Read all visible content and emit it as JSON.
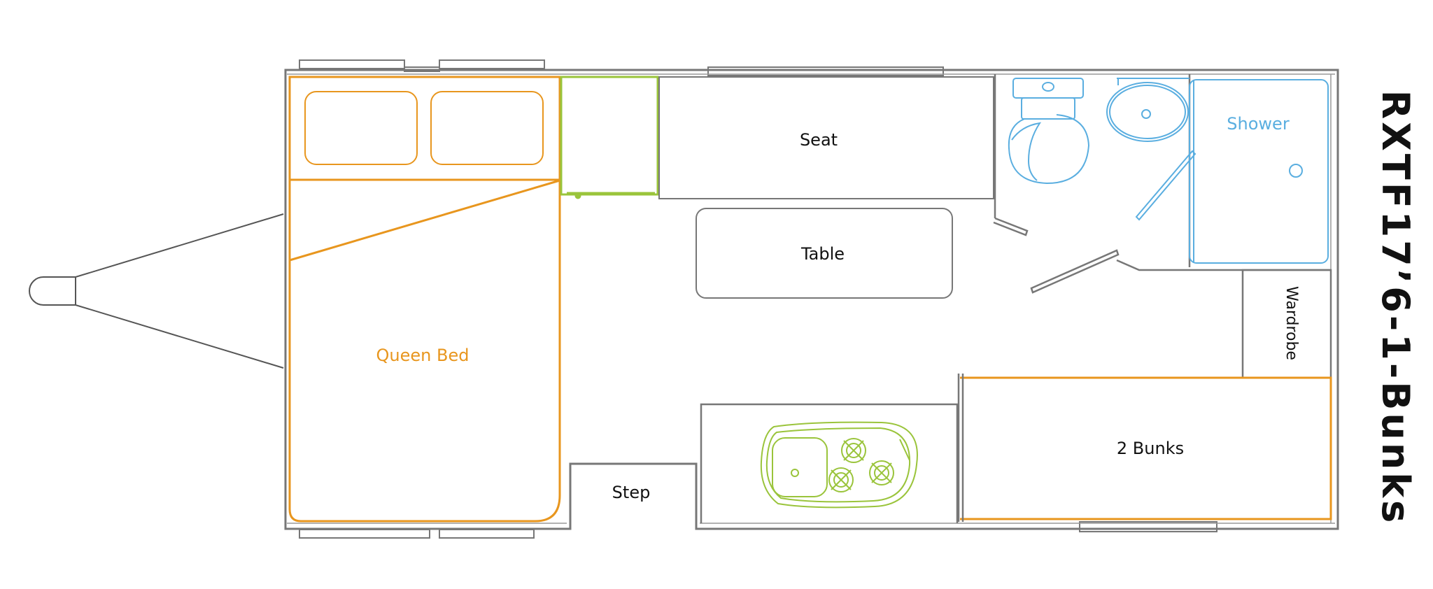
{
  "labels": {
    "seat": "Seat",
    "table": "Table",
    "queen_bed": "Queen Bed",
    "step": "Step",
    "shower": "Shower",
    "wardrobe": "Wardrobe",
    "bunks": "2 Bunks"
  },
  "title": "RXTF17’6-1-Bunks",
  "colors": {
    "wall": "#7a7a7a",
    "bed": "#e8961e",
    "kitchen": "#9ac43b",
    "bathroom": "#5aaee0",
    "text": "#111111"
  }
}
